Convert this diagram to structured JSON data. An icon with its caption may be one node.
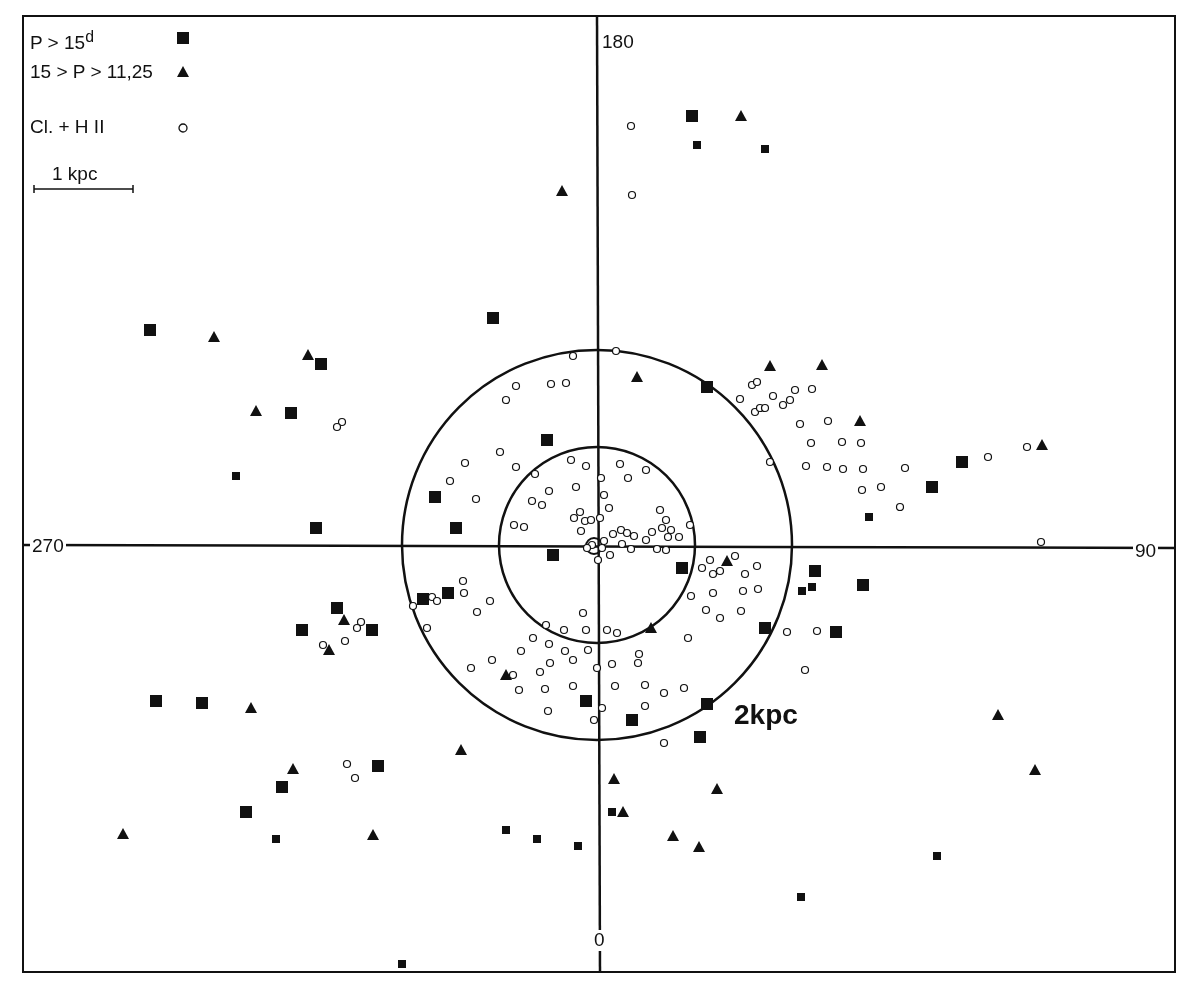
{
  "diagram": {
    "labels": [
      "180",
      "1 kpc",
      "270",
      "90",
      "2kpc",
      "0"
    ],
    "legend": [
      {
        "text": "P > 15$^{d}$"
      },
      {
        "text": "15 > P > 11,25"
      },
      {
        "text": "Cl. + H II"
      }
    ]
  }
}
